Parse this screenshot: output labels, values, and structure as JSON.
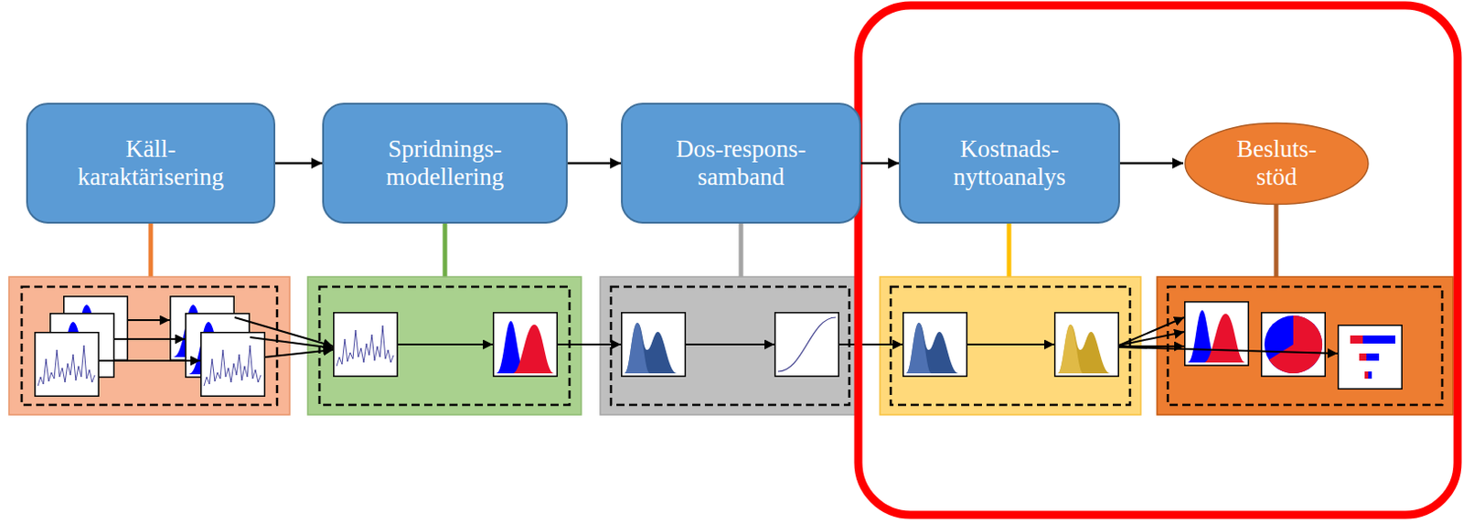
{
  "diagram": {
    "nodes": [
      {
        "text": [
          "Käll- karaktärisering"
        ]
      },
      {
        "text": [
          "Spridnings- modellering"
        ]
      },
      {
        "text": [
          "Dos-respons- samband"
        ]
      },
      {
        "text": [
          "Kostnads- nyttoanalys"
        ]
      },
      {
        "text": [
          "Besluts- stöd"
        ]
      }
    ],
    "edges": [
      {
        "from": 0,
        "to": 1,
        "arrow": "to"
      },
      {
        "from": 1,
        "to": 2,
        "arrow": "to"
      },
      {
        "from": 2,
        "to": 3,
        "arrow": "to"
      },
      {
        "from": 3,
        "to": 4,
        "arrow": "to"
      }
    ]
  }
}
